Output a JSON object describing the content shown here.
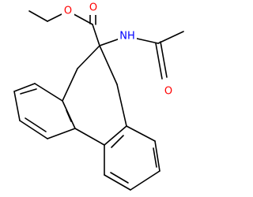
{
  "diagram": {
    "type": "skeletal-structure",
    "bond_color": "#000000",
    "atoms": [
      {
        "id": "O_ester",
        "label": "O",
        "color": "#FF0000"
      },
      {
        "id": "O_carbonyl_ester",
        "label": "O",
        "color": "#FF0000"
      },
      {
        "id": "N_amide",
        "label": "NH",
        "color": "#0000FF"
      },
      {
        "id": "O_amide",
        "label": "O",
        "color": "#FF0000"
      }
    ]
  }
}
